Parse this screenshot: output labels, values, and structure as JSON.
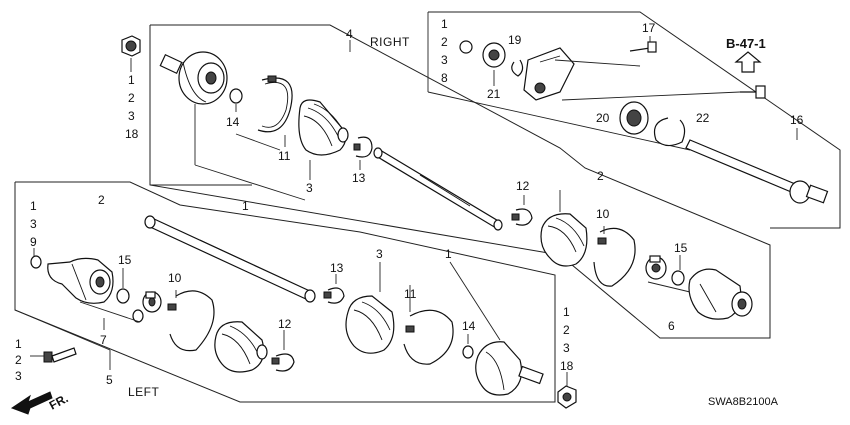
{
  "labels": {
    "right": "RIGHT",
    "left": "LEFT",
    "ref": "B-47-1",
    "fr": "FR.",
    "code": "SWA8B2100A"
  },
  "callouts": {
    "r_nut_stack": [
      "1",
      "2",
      "3",
      "18"
    ],
    "r_shaft": "4",
    "r_clamp_14": "14",
    "r_boot_11": "11",
    "r_boot_3": "3",
    "r_clamp_13": "13",
    "r_outer_1": "1",
    "r_bearing_stack": [
      "1",
      "2",
      "3",
      "8"
    ],
    "r_bolt_17": "17",
    "r_ring_19": "19",
    "r_bearing_21": "21",
    "r_bearing_20": "20",
    "r_ring_22": "22",
    "r_half_16": "16",
    "r_clamp_12": "12",
    "r_boot_10": "10",
    "r_inner_2": "2",
    "r_ring_15": "15",
    "r_inner_6": "6",
    "l_stack": [
      "1",
      "3",
      "9"
    ],
    "l_inner_2": "2",
    "l_ring_15": "15",
    "l_boot_10": "10",
    "l_inner_7": "7",
    "l_shaft_5": "5",
    "l_clamp_12": "12",
    "l_clamp_13": "13",
    "l_boot_3": "3",
    "l_boot_11": "11",
    "l_outer_1": "1",
    "l_clamp_14": "14",
    "l_nut_stack": [
      "1",
      "2",
      "3",
      "18"
    ],
    "l_bolt_stack": [
      "1",
      "2",
      "3"
    ]
  }
}
